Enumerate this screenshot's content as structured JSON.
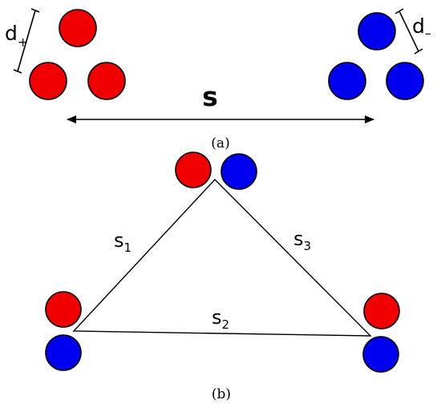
{
  "colors": {
    "positive": "#f00000",
    "negative": "#0000f0",
    "line": "#000000",
    "background": "#ffffff"
  },
  "panel_a": {
    "caption": "(a)",
    "label_dplus": "d",
    "label_dplus_sub": "+",
    "label_dminus": "d",
    "label_dminus_sub": "–",
    "label_s": "s"
  },
  "panel_b": {
    "caption": "(b)",
    "side_labels": [
      {
        "main": "s",
        "sub": "1"
      },
      {
        "main": "s",
        "sub": "2"
      },
      {
        "main": "s",
        "sub": "3"
      }
    ]
  }
}
